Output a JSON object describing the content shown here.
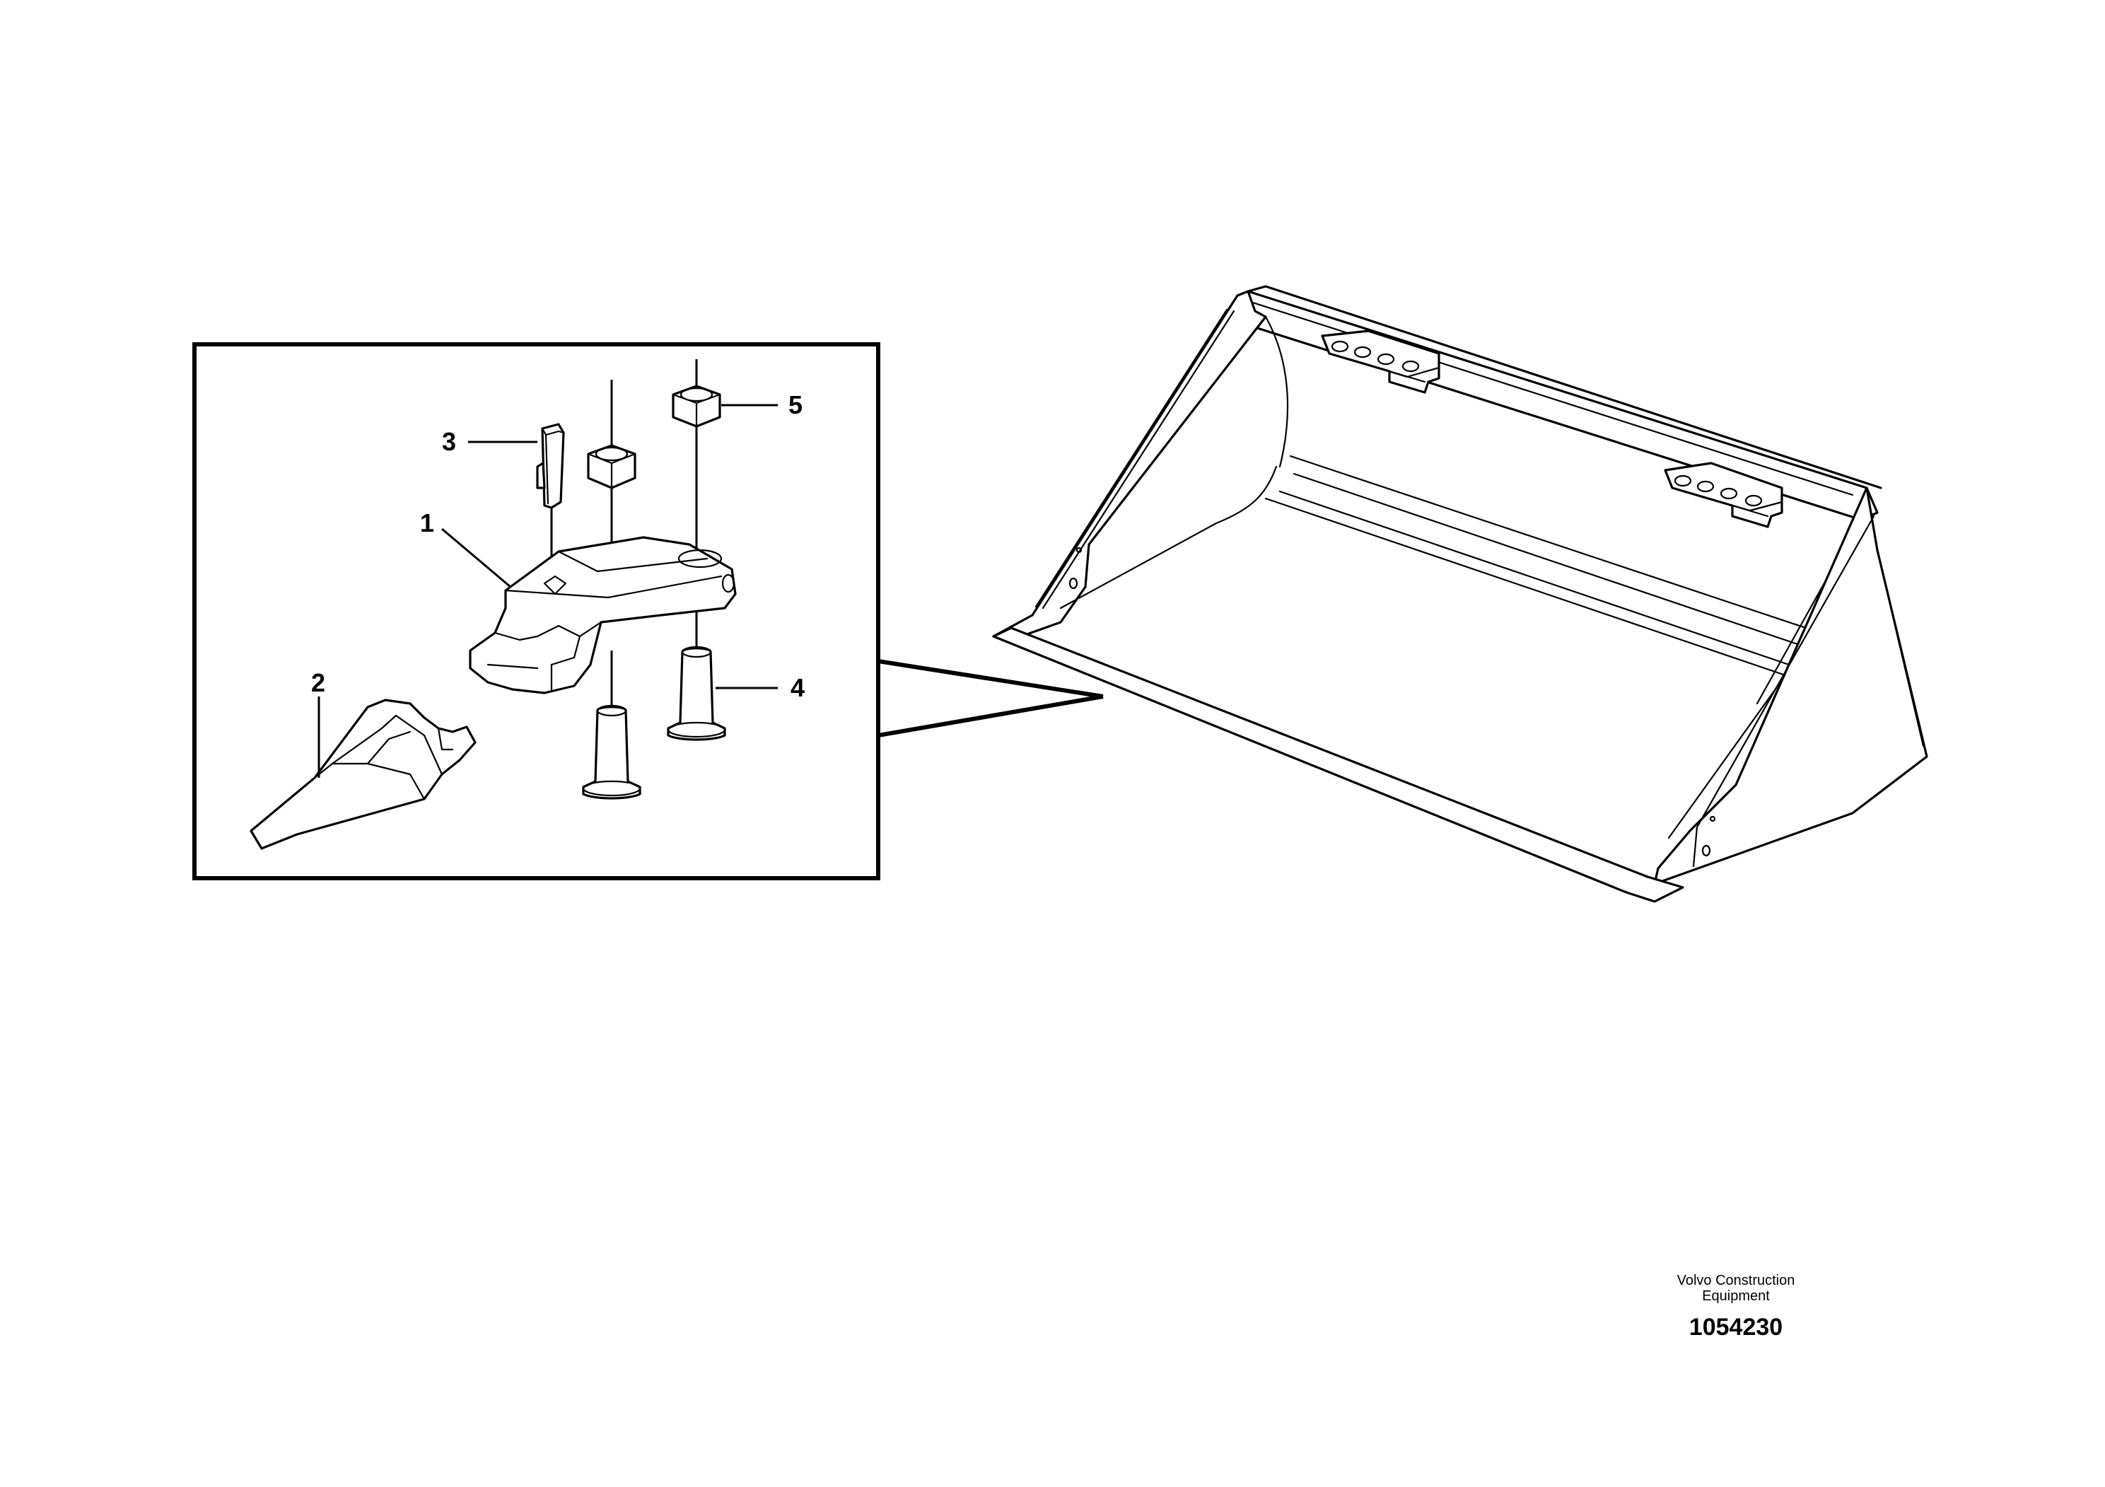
{
  "callouts": {
    "c1": "1",
    "c2": "2",
    "c3": "3",
    "c4": "4",
    "c5": "5"
  },
  "footer": {
    "maker": "Volvo Construction Equipment",
    "figure_number": "1054230"
  }
}
